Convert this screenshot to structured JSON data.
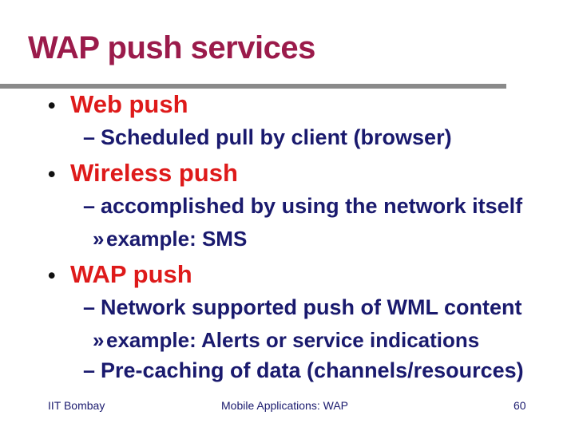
{
  "slide": {
    "title": "WAP push services",
    "markers": {
      "level1": "•",
      "level2": "–",
      "level3": "»"
    },
    "bullets": [
      {
        "level": 1,
        "text": "Web push"
      },
      {
        "level": 2,
        "text": "Scheduled pull by client (browser)"
      },
      {
        "level": 1,
        "text": "Wireless push"
      },
      {
        "level": 2,
        "text": "accomplished by using the network itself"
      },
      {
        "level": 3,
        "text": "example: SMS"
      },
      {
        "level": 1,
        "text": "WAP push"
      },
      {
        "level": 2,
        "text": "Network supported push of WML content"
      },
      {
        "level": 3,
        "text": "example: Alerts or service indications"
      },
      {
        "level": 2,
        "text": "Pre-caching of data (channels/resources)"
      }
    ],
    "footer": {
      "left": "IIT Bombay",
      "center": "Mobile Applications: WAP",
      "page_number": "60"
    },
    "colors": {
      "title": "#9B1B4B",
      "bullet_heading": "#DE1A1A",
      "body_text": "#1A1A6E",
      "divider": "#8A8A8A",
      "bullet_dot": "#111111"
    }
  }
}
